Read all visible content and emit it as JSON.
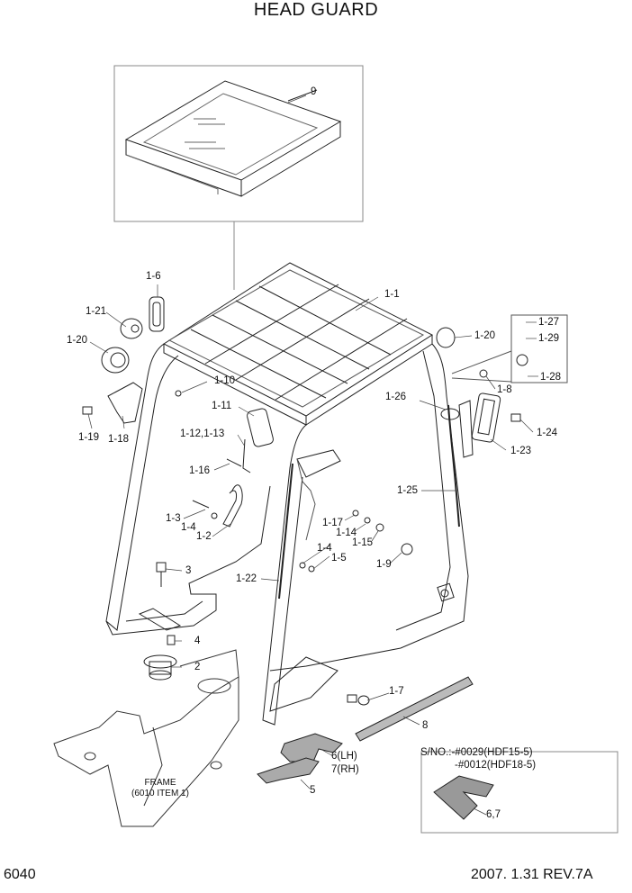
{
  "title": "HEAD GUARD",
  "page_number": "6040",
  "revision": "2007. 1.31 REV.7A",
  "serial_note": {
    "line1": "S/NO.:-#0029(HDF15-5)",
    "line2": "-#0012(HDF18-5)"
  },
  "frame_note": {
    "line1": "FRAME",
    "line2": "(6010 ITEM 1)"
  },
  "labels": {
    "p9": "9",
    "p1_6": "1-6",
    "p1_1": "1-1",
    "p1_21": "1-21",
    "p1_20a": "1-20",
    "p1_20b": "1-20",
    "p1_27": "1-27",
    "p1_29": "1-29",
    "p1_28": "1-28",
    "p1_8": "1-8",
    "p1_10": "1-10",
    "p1_26": "1-26",
    "p1_24": "1-24",
    "p1_11": "1-11",
    "p1_19": "1-19",
    "p1_18": "1-18",
    "p1_12_13": "1-12,1-13",
    "p1_23": "1-23",
    "p1_16": "1-16",
    "p1_25": "1-25",
    "p1_3": "1-3",
    "p1_4a": "1-4",
    "p1_2": "1-2",
    "p1_17": "1-17",
    "p1_14": "1-14",
    "p1_15": "1-15",
    "p1_4b": "1-4",
    "p1_5": "1-5",
    "p3": "3",
    "p1_9": "1-9",
    "p1_22": "1-22",
    "p4": "4",
    "p2": "2",
    "p1_7": "1-7",
    "p8": "8",
    "p6lh": "6(LH)",
    "p7rh": "7(RH)",
    "p5": "5",
    "p67": "6,7"
  }
}
